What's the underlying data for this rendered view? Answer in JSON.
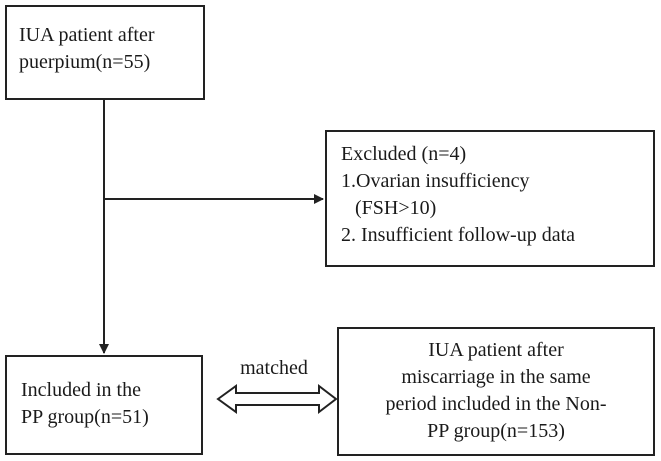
{
  "nodes": {
    "start": {
      "lines": [
        "IUA patient after",
        "puerpium(n=55)"
      ]
    },
    "excluded": {
      "lines": [
        "Excluded (n=4)",
        "1.Ovarian insufficiency",
        "(FSH>10)",
        "2. Insufficient follow-up data"
      ]
    },
    "pp_group": {
      "lines": [
        "Included in the",
        "PP group(n=51)"
      ]
    },
    "non_pp_group": {
      "lines": [
        "IUA patient after",
        "miscarriage in the same",
        "period included in the Non-",
        "PP group(n=153)"
      ]
    }
  },
  "edges": {
    "matched_label": "matched"
  },
  "colors": {
    "stroke": "#222222",
    "text": "#1a1a1a",
    "background": "#ffffff"
  }
}
